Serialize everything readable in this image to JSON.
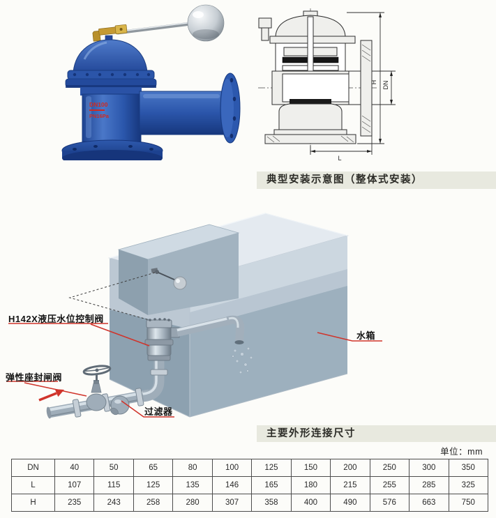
{
  "photo": {
    "body_marking_line1": "DN100",
    "body_marking_line2": "PN16Pa"
  },
  "drawing": {
    "dim_height": "H",
    "dim_bore": "DN",
    "dim_length": "L"
  },
  "sections": {
    "install_title": "典型安装示意图（整体式安装）",
    "dims_title": "主要外形连接尺寸",
    "unit_note": "单位：mm"
  },
  "diagram_labels": {
    "control_valve": "H142X液压水位控制阀",
    "water_tank": "水箱",
    "gate_valve": "弹性座封闸阀",
    "strainer": "过滤器"
  },
  "colors": {
    "leader_red": "#d0342b",
    "section_bar_bg": "#e8e9df",
    "valve_blue": "#2b55a8"
  },
  "table": {
    "rows": [
      {
        "label": "DN",
        "values": [
          "40",
          "50",
          "65",
          "80",
          "100",
          "125",
          "150",
          "200",
          "250",
          "300",
          "350"
        ]
      },
      {
        "label": "L",
        "values": [
          "107",
          "115",
          "125",
          "135",
          "146",
          "165",
          "180",
          "215",
          "255",
          "285",
          "325"
        ]
      },
      {
        "label": "H",
        "values": [
          "235",
          "243",
          "258",
          "280",
          "307",
          "358",
          "400",
          "490",
          "576",
          "663",
          "750"
        ]
      }
    ]
  }
}
